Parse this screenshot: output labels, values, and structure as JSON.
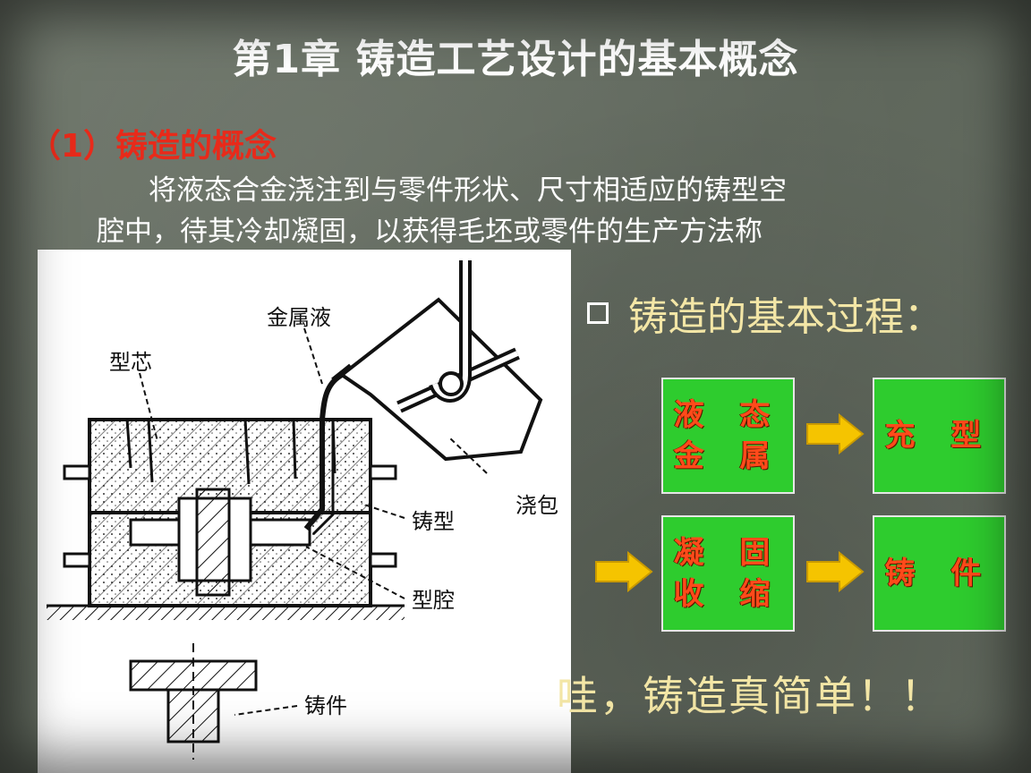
{
  "slide": {
    "title": "第1章  铸造工艺设计的基本概念",
    "subtitle": "（1）铸造的概念",
    "paragraph_line1": "将液态合金浇注到与零件形状、尺寸相适应的铸型空",
    "paragraph_line2": "腔中，待其冷却凝固，以获得毛坯或零件的生产方法称",
    "bullet_heading": "铸造的基本过程：",
    "exclamation": "哇，铸造真简单！！",
    "colors": {
      "title_text": "#ffffff",
      "subtitle_text": "#e82a1a",
      "flow_box_fill": "#2ecc2e",
      "flow_box_text": "#ff4a1a",
      "arrow_fill": "#f5c400",
      "cream_text": "#f3e6a6"
    }
  },
  "illustration": {
    "label_metal_liquid": "金属液",
    "label_core": "型芯",
    "label_ladle": "浇包",
    "label_mold": "铸型",
    "label_cavity": "型腔",
    "label_casting": "铸件"
  },
  "flow": {
    "box1": "液 态\n金 属",
    "box2": "充  型",
    "box3": "凝 固\n收 缩",
    "box4": "铸 件",
    "icons": [
      "arrow-right-icon",
      "arrow-right-icon",
      "arrow-right-icon"
    ]
  }
}
